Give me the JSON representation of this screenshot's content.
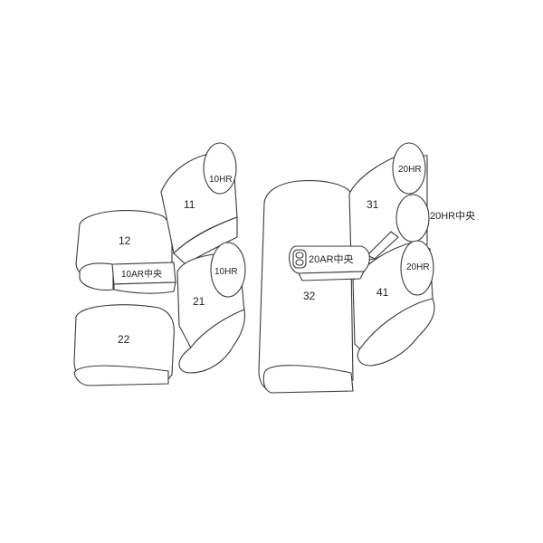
{
  "diagram": {
    "title": "",
    "parts": {
      "p11": "11",
      "p12": "12",
      "p21": "21",
      "p22": "22",
      "p31": "31",
      "p32": "32",
      "p41": "41",
      "hr10_top": "10HR",
      "hr10_bottom": "10HR",
      "ar10_center": "10AR中央",
      "hr20_top": "20HR",
      "hr20_center": "20HR中央",
      "hr20_bottom": "20HR",
      "ar20_center": "20AR中央"
    },
    "colors": {
      "outline": "#3a3a3a",
      "background": "#ffffff",
      "text": "#222222"
    }
  }
}
